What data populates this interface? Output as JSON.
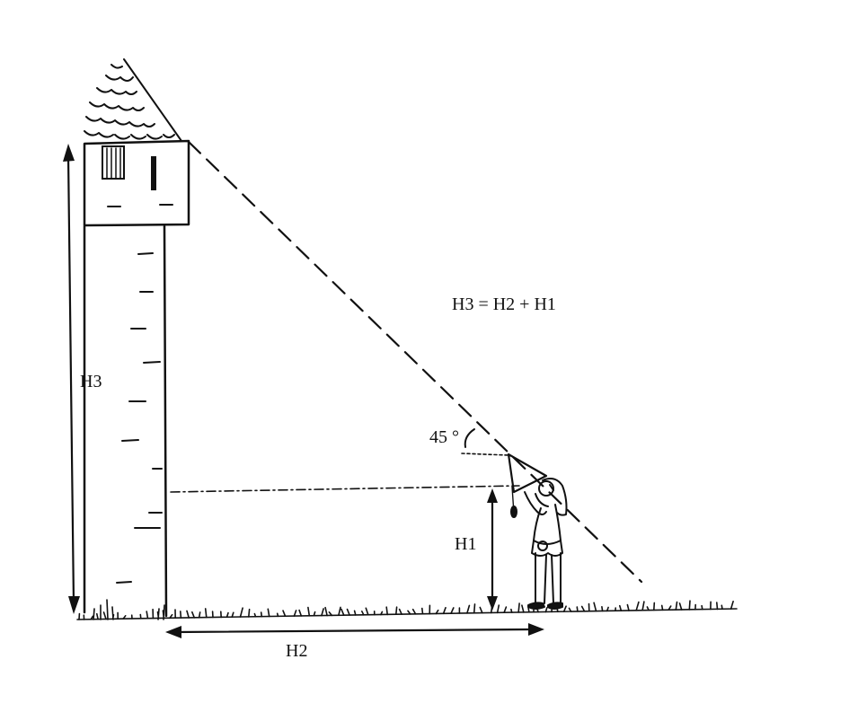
{
  "diagram": {
    "equation": "H3 = H2 + H1",
    "labels": {
      "tower_height": "H3",
      "distance": "H2",
      "eye_height": "H1",
      "angle": "45 °"
    },
    "angle_degrees": 45,
    "colors": {
      "ink": "#111111",
      "background": "#ffffff"
    }
  }
}
